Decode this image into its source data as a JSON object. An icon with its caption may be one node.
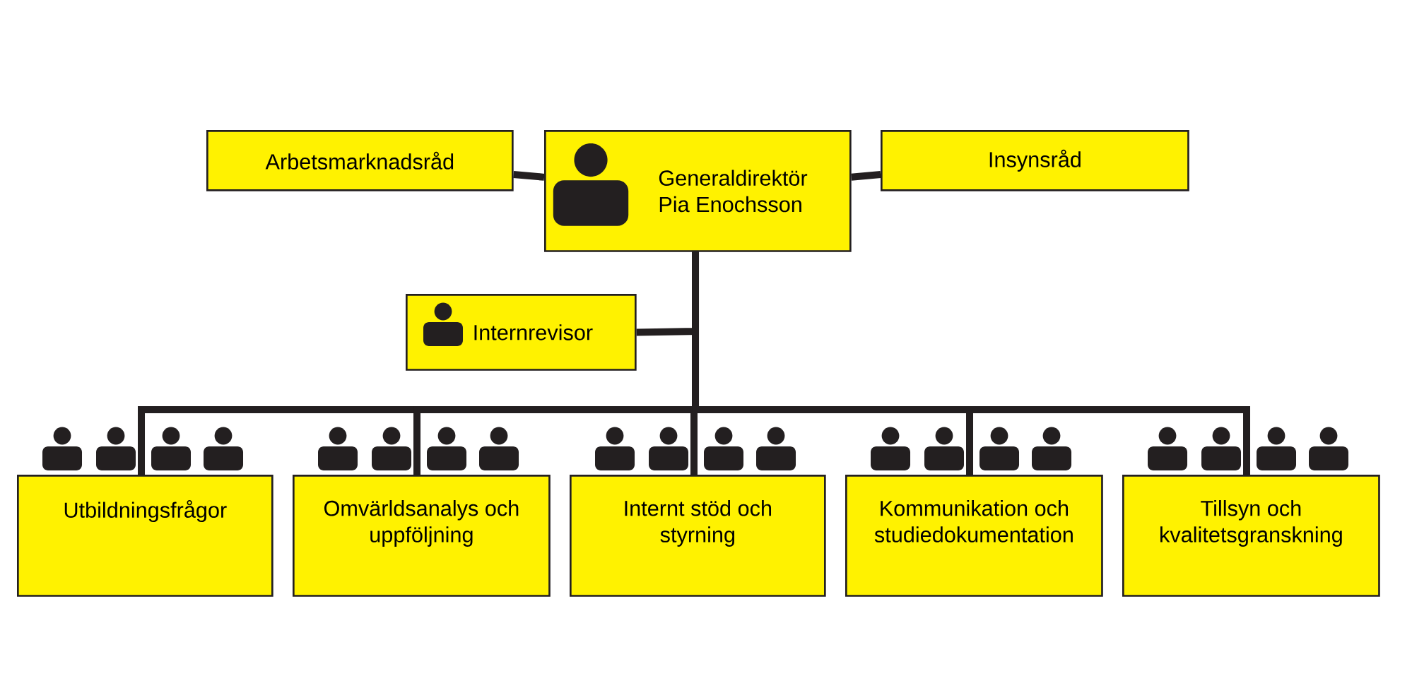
{
  "diagram": {
    "nodes": [
      {
        "text": [
          "Arbetsmarknadsråd"
        ]
      },
      {
        "text": [
          "Generaldirektör Pia Enochsson"
        ]
      },
      {
        "text": [
          "Insynsråd"
        ]
      },
      {
        "text": [
          "Internrevisor"
        ]
      },
      {
        "text": [
          "Utbildningsfrågor"
        ]
      },
      {
        "text": [
          "Omvärldsanalys och uppföljning"
        ]
      },
      {
        "text": [
          "Internt stöd och styrning"
        ]
      },
      {
        "text": [
          "Kommunikation och studiedokumentation"
        ]
      },
      {
        "text": [
          "Tillsyn och kvalitetsgranskning"
        ]
      }
    ],
    "edges": [
      {
        "from": 0,
        "to": 1,
        "arrow": "none"
      },
      {
        "from": 1,
        "to": 2,
        "arrow": "none"
      },
      {
        "from": 1,
        "to": 3,
        "arrow": "none"
      },
      {
        "from": 1,
        "to": 4,
        "arrow": "none"
      },
      {
        "from": 1,
        "to": 5,
        "arrow": "none"
      },
      {
        "from": 1,
        "to": 6,
        "arrow": "none"
      },
      {
        "from": 1,
        "to": 7,
        "arrow": "none"
      },
      {
        "from": 1,
        "to": 8,
        "arrow": "none"
      }
    ]
  }
}
